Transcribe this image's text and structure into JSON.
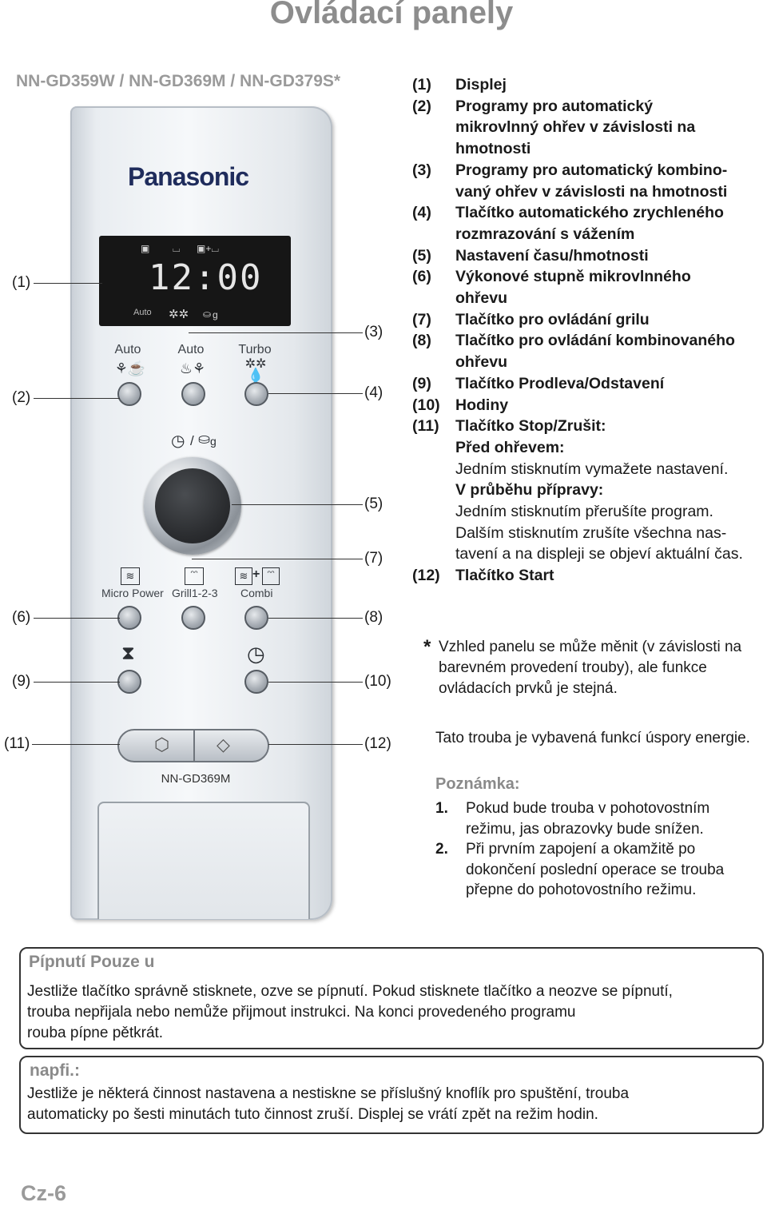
{
  "page": {
    "title": "Ovládací panely",
    "model_heading": "NN-GD359W / NN-GD369M / NN-GD379S*",
    "footer": "Cz-6"
  },
  "panel": {
    "brand": "Panasonic",
    "display": {
      "time": "12:00",
      "auto": "Auto",
      "weight_g": "g"
    },
    "buttons_row1": [
      {
        "label": "Auto",
        "icon": "auto-microwave-icon"
      },
      {
        "label": "Auto",
        "icon": "auto-combination-icon"
      },
      {
        "label": "Turbo",
        "icon": "turbo-defrost-icon"
      }
    ],
    "dial": {
      "label_suffix": "/",
      "weight_g": "g"
    },
    "buttons_row2": [
      {
        "label": "Micro Power",
        "icon": "microwave-power-icon"
      },
      {
        "label": "Grill1-2-3",
        "icon": "grill-icon"
      },
      {
        "label": "Combi",
        "icon": "combi-icon",
        "plus": "+"
      }
    ],
    "buttons_row3": [
      {
        "icon": "hourglass-icon"
      },
      {
        "icon": "clock-icon"
      }
    ],
    "model_label": "NN-GD369M"
  },
  "callouts": {
    "c1": "(1)",
    "c2": "(2)",
    "c3": "(3)",
    "c4": "(4)",
    "c5": "(5)",
    "c7": "(7)",
    "c6": "(6)",
    "c8": "(8)",
    "c9": "(9)",
    "c10": "(10)",
    "c11": "(11)",
    "c12": "(12)"
  },
  "legend": {
    "items": [
      {
        "num": "(1)",
        "lines": [
          "Displej"
        ]
      },
      {
        "num": "(2)",
        "lines": [
          "Programy pro automatický",
          "mikrovlnný ohřev v závislosti na",
          "hmotnosti"
        ]
      },
      {
        "num": "(3)",
        "lines": [
          "Programy pro automatický kombino-",
          "vaný ohřev v závislosti na hmotnosti"
        ]
      },
      {
        "num": "(4)",
        "lines": [
          "Tlačítko automatického zrychleného",
          "rozmrazování s vážením"
        ]
      },
      {
        "num": "(5)",
        "lines": [
          "Nastavení času/hmotnosti"
        ]
      },
      {
        "num": "(6)",
        "lines": [
          "Výkonové stupně mikrovlnného",
          "ohřevu"
        ]
      },
      {
        "num": "(7)",
        "lines": [
          "Tlačítko pro ovládání grilu"
        ]
      },
      {
        "num": "(8)",
        "lines": [
          "Tlačítko pro ovládání kombinovaného",
          "ohřevu"
        ]
      },
      {
        "num": "(9)",
        "lines": [
          "Tlačítko Prodleva/Odstavení"
        ]
      },
      {
        "num": "(10)",
        "lines": [
          "Hodiny"
        ]
      },
      {
        "num": "(11)",
        "lines": [
          "Tlačítko Stop/Zrušit:"
        ]
      }
    ],
    "stop_before_h": "Před ohřevem:",
    "stop_before_t": "Jedním stisknutím vymažete nastavení.",
    "stop_during_h": "V průběhu přípravy:",
    "stop_during_t1": "Jedním stisknutím přerušíte program.",
    "stop_during_t2": "Dalším stisknutím zrušíte všechna nas-",
    "stop_during_t3": "tavení a na displeji se objeví aktuální čas.",
    "start_num": "(12)",
    "start_text": "Tlačítko Start"
  },
  "star_note": {
    "star": "*",
    "text": "Vzhled panelu se může měnit (v závislosti na barevném provedení trouby), ale funkce ovládacích prvků je stejná."
  },
  "energy": "Tato trouba je vybavená funkcí úspory energie.",
  "note": {
    "heading": "Poznámka:",
    "items": [
      {
        "k": "1.",
        "t": "Pokud bude trouba v pohotovostním režimu, jas obrazovky bude snížen."
      },
      {
        "k": "2.",
        "t": "Při prvním zapojení a okamžitě po dokončení poslední operace se trouba přepne do pohotovostního režimu."
      }
    ]
  },
  "beep_box": {
    "heading": "Pípnutí Pouze u",
    "line1": "Jestliže tlačítko správně stisknete, ozve se pípnutí. Pokud stisknete tlačítko a neozve se pípnutí,",
    "line2": "trouba nepřijala nebo nemůže přijmout instrukci. Na konci provedeného programu",
    "line3": "rouba pípne pětkrát."
  },
  "example_box": {
    "heading": "napfi.:",
    "line1": "Jestliže je některá činnost nastavena a nestiskne se příslušný knoflík pro spuštění, trouba",
    "line2": "automaticky po šesti minutách tuto činnost zruší. Displej se vrátí zpět na režim hodin."
  }
}
